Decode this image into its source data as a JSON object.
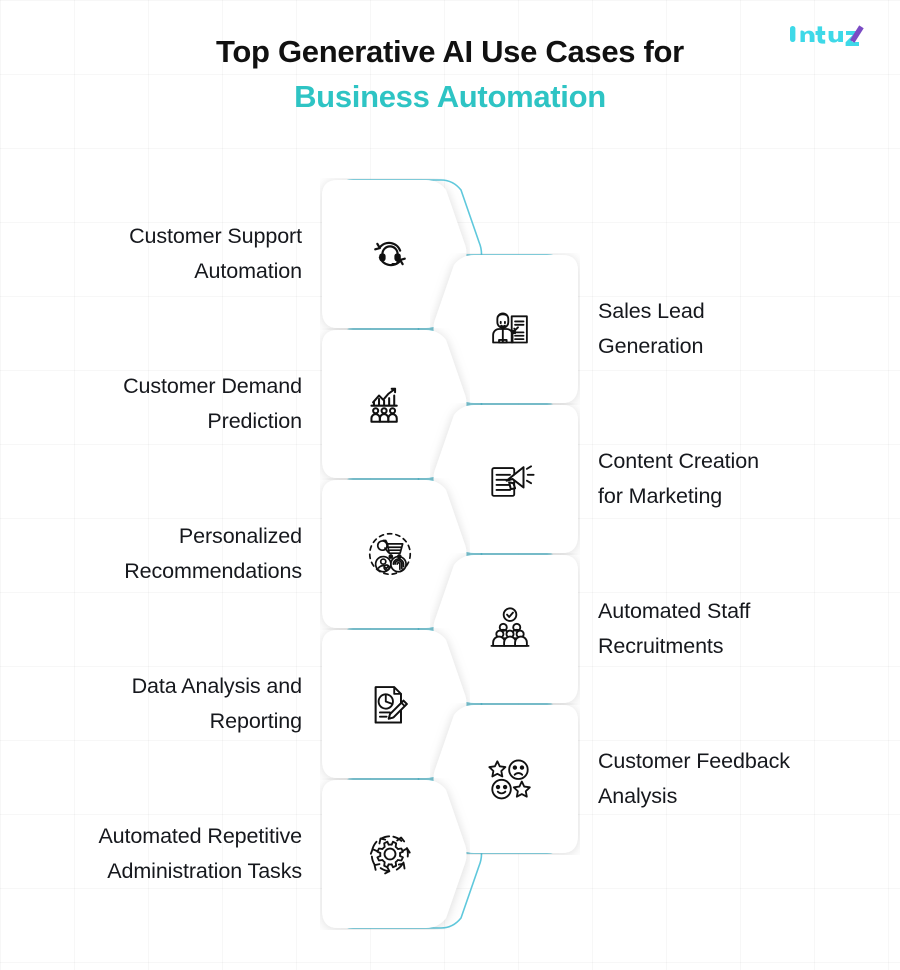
{
  "brand": {
    "logo_text": "Intuz",
    "logo_color": "#3ED9E8",
    "logo_accent_color": "#7A4BC4"
  },
  "title": {
    "line1": "Top Generative AI Use Cases for",
    "line2": "Business Automation",
    "line1_color": "#111111",
    "line2_color": "#2EC4C4"
  },
  "theme": {
    "accent": "#5FC8DC",
    "card_bg": "#FFFFFF",
    "page_bg": "#FFFFFF",
    "text": "#16181D"
  },
  "items": [
    {
      "side": "left",
      "label_line1": "Customer Support",
      "label_line2": "Automation",
      "icon": "headset-refresh-icon"
    },
    {
      "side": "right",
      "label_line1": "Sales Lead",
      "label_line2": "Generation",
      "icon": "person-document-icon"
    },
    {
      "side": "left",
      "label_line1": "Customer Demand",
      "label_line2": "Prediction",
      "icon": "bar-chart-people-icon"
    },
    {
      "side": "right",
      "label_line1": "Content Creation",
      "label_line2": "for Marketing",
      "icon": "document-megaphone-icon"
    },
    {
      "side": "left",
      "label_line1": "Personalized",
      "label_line2": "Recommendations",
      "icon": "cart-user-fingerprint-icon"
    },
    {
      "side": "right",
      "label_line1": "Automated Staff",
      "label_line2": "Recruitments",
      "icon": "people-check-icon"
    },
    {
      "side": "left",
      "label_line1": "Data Analysis and",
      "label_line2": "Reporting",
      "icon": "document-piechart-pen-icon"
    },
    {
      "side": "right",
      "label_line1": "Customer Feedback",
      "label_line2": "Analysis",
      "icon": "stars-faces-icon"
    },
    {
      "side": "left",
      "label_line1": "Automated Repetitive",
      "label_line2": "Administration Tasks",
      "icon": "gear-arrows-icon"
    }
  ]
}
